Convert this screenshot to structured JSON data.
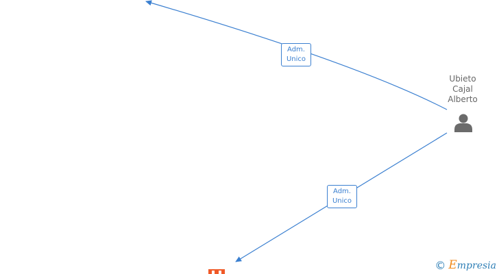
{
  "edges": [
    {
      "id": "edge-top",
      "label_line1": "Adm.",
      "label_line2": "Unico"
    },
    {
      "id": "edge-bottom",
      "label_line1": "Adm.",
      "label_line2": "Unico"
    }
  ],
  "person": {
    "name_line1": "Ubieto",
    "name_line2": "Cajal",
    "name_line3": "Alberto",
    "icon": "person-icon"
  },
  "company": {
    "icon": "building-icon"
  },
  "watermark": {
    "copyright": "©",
    "brand_first": "E",
    "brand_rest": "mpresia"
  },
  "colors": {
    "edge": "#3a7fd0",
    "person_text": "#666666",
    "person_icon": "#6b6b6b",
    "company_icon": "#f05a28",
    "brand": "#2f7fb6",
    "brand_accent": "#f08a1c"
  }
}
